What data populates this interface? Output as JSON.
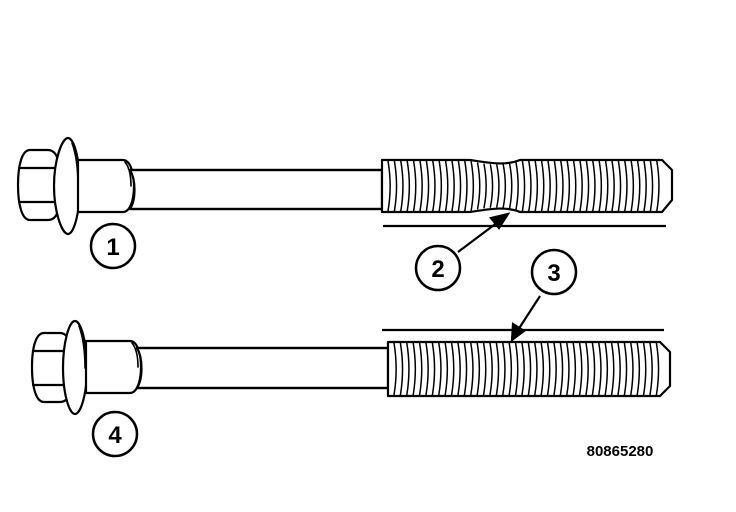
{
  "callouts": [
    {
      "id": "1",
      "label": "1"
    },
    {
      "id": "2",
      "label": "2"
    },
    {
      "id": "3",
      "label": "3"
    },
    {
      "id": "4",
      "label": "4"
    }
  ],
  "figure_id": "80865280",
  "colors": {
    "line": "#000000",
    "fill": "#ffffff"
  }
}
